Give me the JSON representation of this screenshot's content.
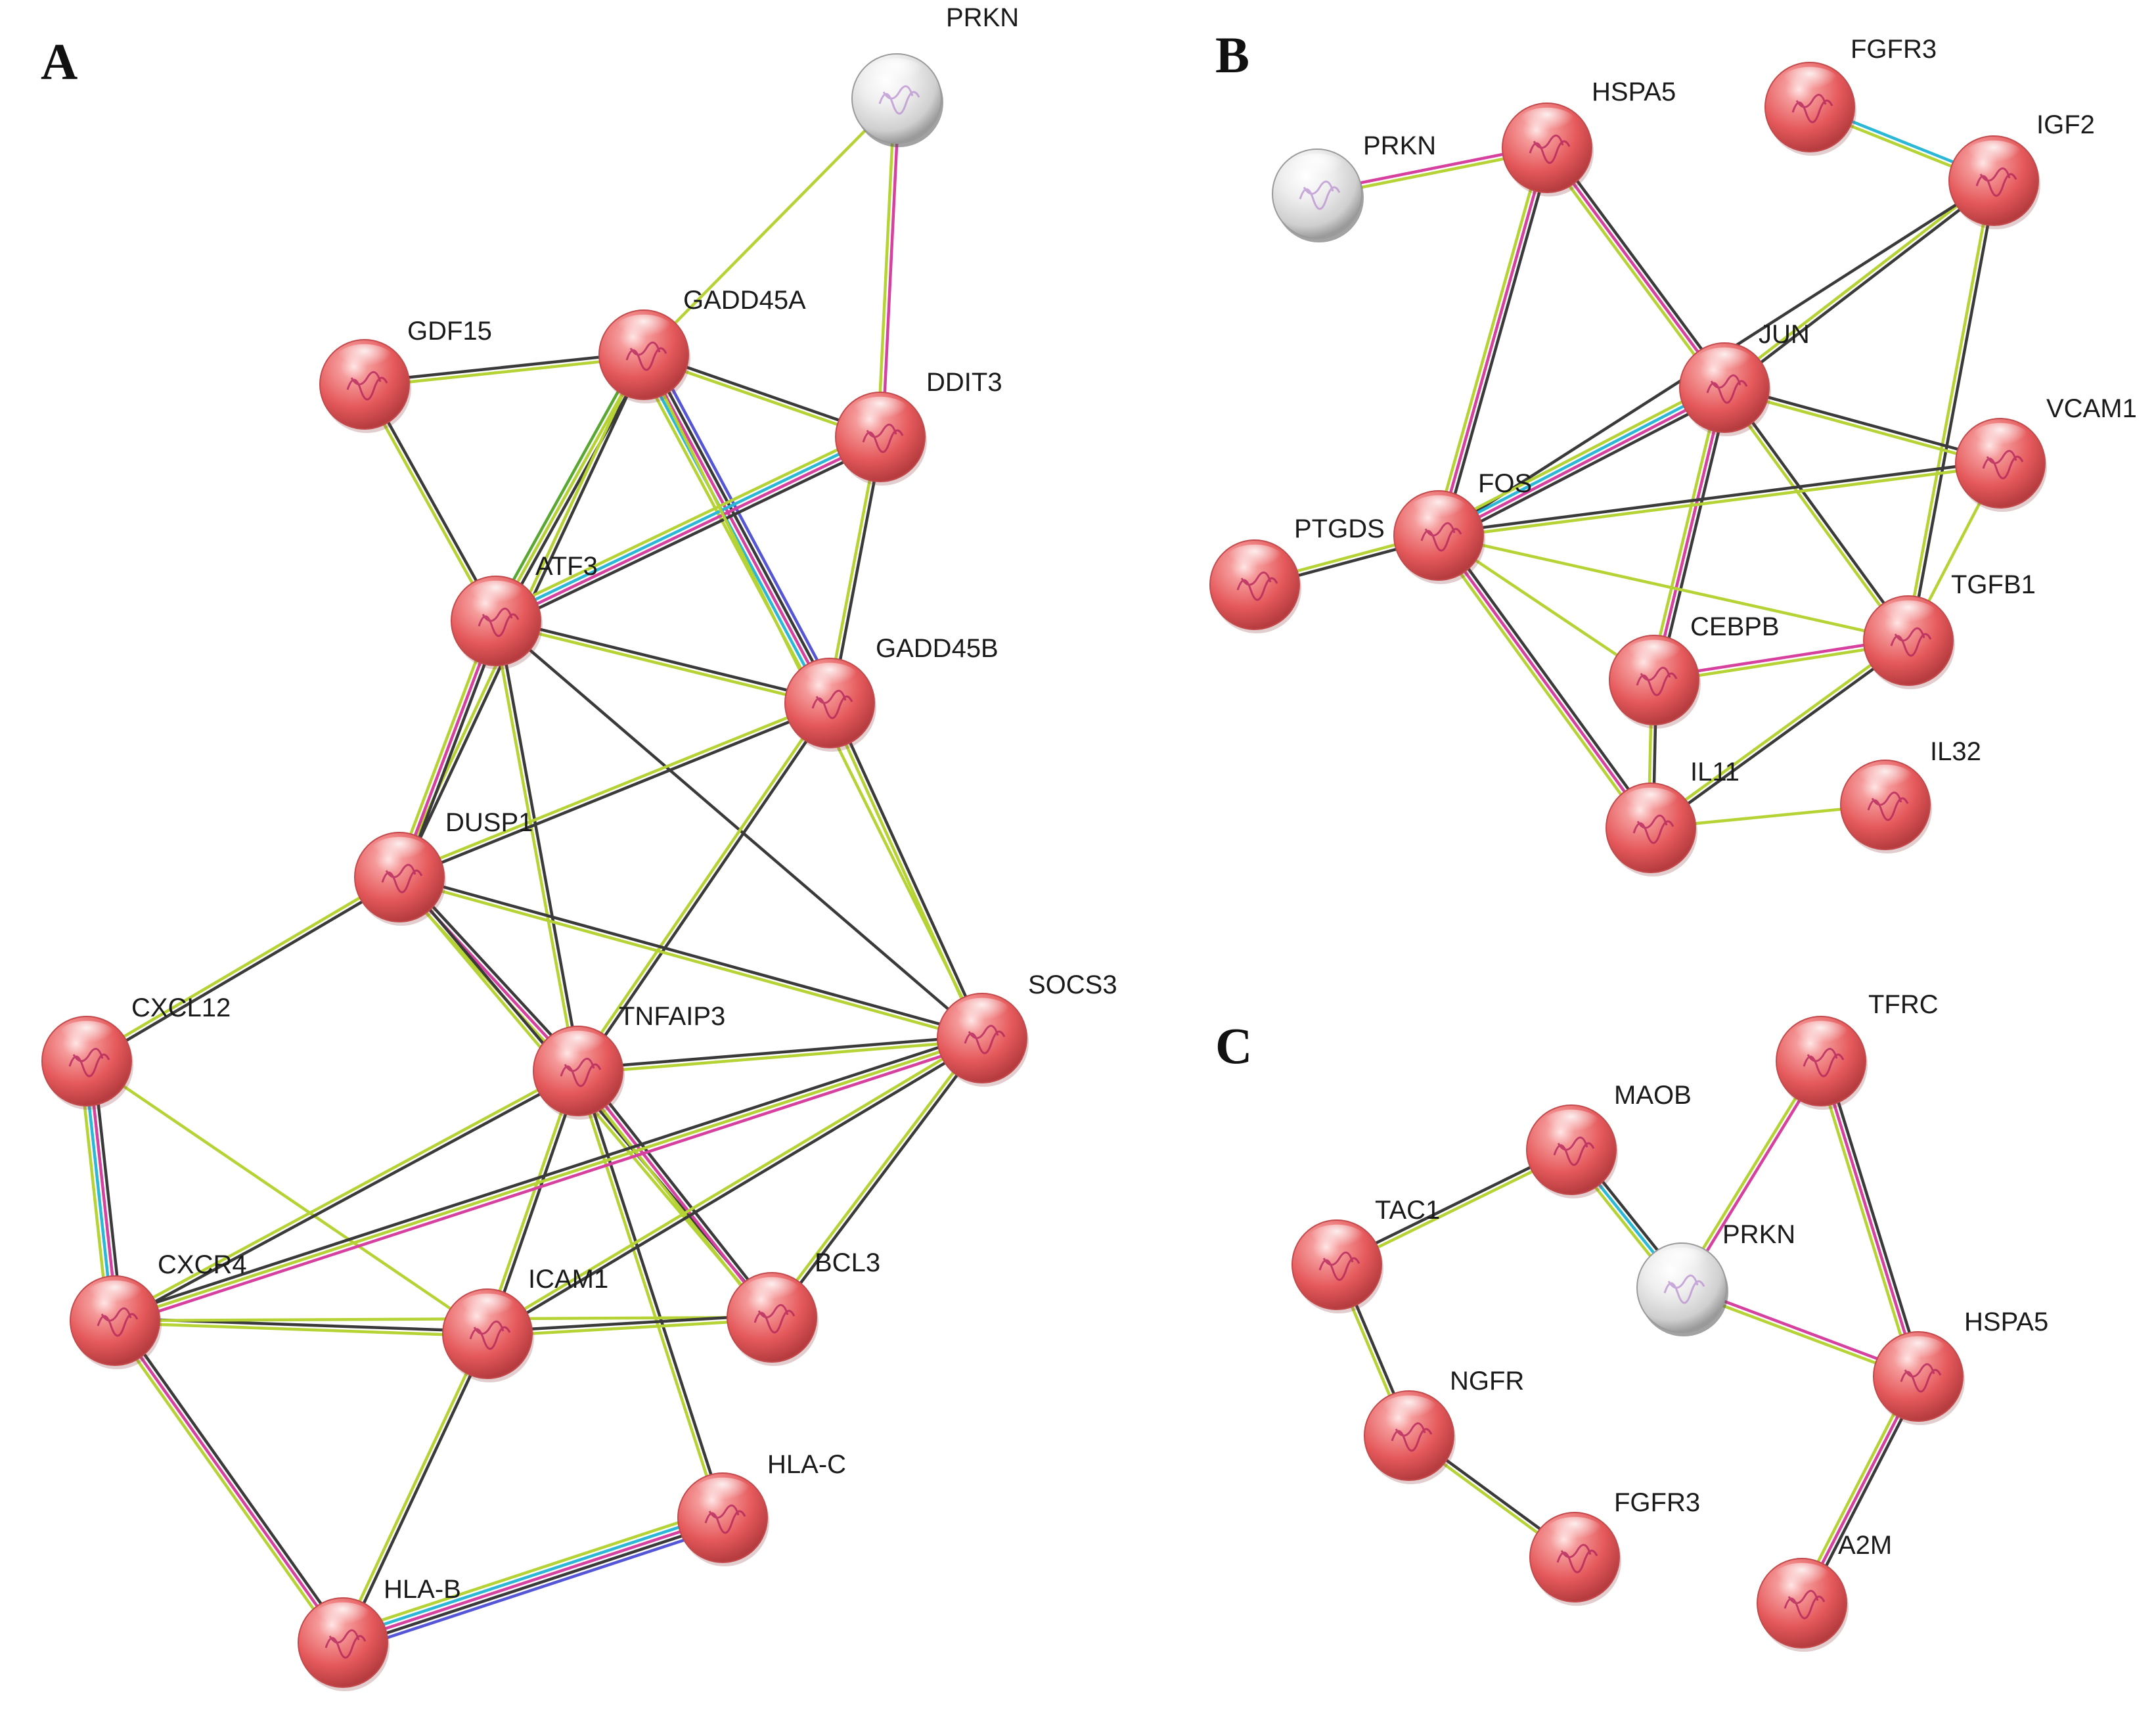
{
  "colors": {
    "node_red": "#e8686a",
    "node_grey": "#d8d8d8",
    "edge_black": "#3a3a3a",
    "edge_yellowgreen": "#b5d334",
    "edge_magenta": "#d6409f",
    "edge_cyan": "#2bb7d6",
    "edge_blue": "#5555d8",
    "edge_green": "#58a832"
  },
  "panels": [
    {
      "id": "A",
      "letter": "A",
      "nodes": [
        {
          "id": "PRKN",
          "label": "PRKN",
          "color": "grey"
        },
        {
          "id": "GDF15",
          "label": "GDF15",
          "color": "red"
        },
        {
          "id": "GADD45A",
          "label": "GADD45A",
          "color": "red"
        },
        {
          "id": "DDIT3",
          "label": "DDIT3",
          "color": "red"
        },
        {
          "id": "ATF3",
          "label": "ATF3",
          "color": "red"
        },
        {
          "id": "GADD45B",
          "label": "GADD45B",
          "color": "red"
        },
        {
          "id": "DUSP1",
          "label": "DUSP1",
          "color": "red"
        },
        {
          "id": "CXCL12",
          "label": "CXCL12",
          "color": "red"
        },
        {
          "id": "TNFAIP3",
          "label": "TNFAIP3",
          "color": "red"
        },
        {
          "id": "SOCS3",
          "label": "SOCS3",
          "color": "red"
        },
        {
          "id": "CXCR4",
          "label": "CXCR4",
          "color": "red"
        },
        {
          "id": "ICAM1",
          "label": "ICAM1",
          "color": "red"
        },
        {
          "id": "BCL3",
          "label": "BCL3",
          "color": "red"
        },
        {
          "id": "HLA-C",
          "label": "HLA-C",
          "color": "red"
        },
        {
          "id": "HLA-B",
          "label": "HLA-B",
          "color": "red"
        }
      ],
      "edges": [
        {
          "from": "PRKN",
          "to": "GADD45A",
          "types": [
            "yellowgreen"
          ]
        },
        {
          "from": "PRKN",
          "to": "DDIT3",
          "types": [
            "magenta",
            "yellowgreen"
          ]
        },
        {
          "from": "GDF15",
          "to": "GADD45A",
          "types": [
            "black",
            "yellowgreen"
          ]
        },
        {
          "from": "GDF15",
          "to": "ATF3",
          "types": [
            "black",
            "yellowgreen"
          ]
        },
        {
          "from": "GADD45A",
          "to": "DDIT3",
          "types": [
            "black",
            "yellowgreen"
          ]
        },
        {
          "from": "GADD45A",
          "to": "ATF3",
          "types": [
            "black",
            "yellowgreen",
            "green"
          ]
        },
        {
          "from": "GADD45A",
          "to": "GADD45B",
          "types": [
            "blue",
            "black",
            "magenta",
            "cyan",
            "yellowgreen"
          ]
        },
        {
          "from": "GADD45A",
          "to": "DUSP1",
          "types": [
            "black",
            "yellowgreen"
          ]
        },
        {
          "from": "DDIT3",
          "to": "ATF3",
          "types": [
            "black",
            "magenta",
            "cyan",
            "yellowgreen"
          ]
        },
        {
          "from": "DDIT3",
          "to": "GADD45B",
          "types": [
            "black",
            "yellowgreen"
          ]
        },
        {
          "from": "ATF3",
          "to": "GADD45B",
          "types": [
            "black",
            "yellowgreen"
          ]
        },
        {
          "from": "ATF3",
          "to": "DUSP1",
          "types": [
            "black",
            "magenta",
            "yellowgreen"
          ]
        },
        {
          "from": "ATF3",
          "to": "TNFAIP3",
          "types": [
            "black",
            "yellowgreen"
          ]
        },
        {
          "from": "ATF3",
          "to": "SOCS3",
          "types": [
            "black"
          ]
        },
        {
          "from": "GADD45B",
          "to": "DUSP1",
          "types": [
            "black",
            "yellowgreen"
          ]
        },
        {
          "from": "GADD45B",
          "to": "TNFAIP3",
          "types": [
            "black",
            "yellowgreen"
          ]
        },
        {
          "from": "GADD45B",
          "to": "SOCS3",
          "types": [
            "black",
            "yellowgreen"
          ]
        },
        {
          "from": "GADD45A",
          "to": "SOCS3",
          "types": [
            "yellowgreen"
          ]
        },
        {
          "from": "DUSP1",
          "to": "CXCL12",
          "types": [
            "black",
            "yellowgreen"
          ]
        },
        {
          "from": "DUSP1",
          "to": "TNFAIP3",
          "types": [
            "black",
            "magenta",
            "yellowgreen"
          ]
        },
        {
          "from": "DUSP1",
          "to": "SOCS3",
          "types": [
            "black",
            "yellowgreen"
          ]
        },
        {
          "from": "DUSP1",
          "to": "BCL3",
          "types": [
            "black",
            "yellowgreen"
          ]
        },
        {
          "from": "CXCL12",
          "to": "CXCR4",
          "types": [
            "black",
            "magenta",
            "cyan",
            "yellowgreen"
          ]
        },
        {
          "from": "CXCL12",
          "to": "ICAM1",
          "types": [
            "yellowgreen"
          ]
        },
        {
          "from": "TNFAIP3",
          "to": "SOCS3",
          "types": [
            "black",
            "yellowgreen"
          ]
        },
        {
          "from": "TNFAIP3",
          "to": "CXCR4",
          "types": [
            "black",
            "yellowgreen"
          ]
        },
        {
          "from": "TNFAIP3",
          "to": "ICAM1",
          "types": [
            "black",
            "yellowgreen"
          ]
        },
        {
          "from": "TNFAIP3",
          "to": "BCL3",
          "types": [
            "black",
            "magenta",
            "yellowgreen"
          ]
        },
        {
          "from": "TNFAIP3",
          "to": "HLA-C",
          "types": [
            "black",
            "yellowgreen"
          ]
        },
        {
          "from": "SOCS3",
          "to": "CXCR4",
          "types": [
            "magenta",
            "yellowgreen",
            "black"
          ]
        },
        {
          "from": "SOCS3",
          "to": "ICAM1",
          "types": [
            "black",
            "yellowgreen"
          ]
        },
        {
          "from": "SOCS3",
          "to": "BCL3",
          "types": [
            "black",
            "yellowgreen"
          ]
        },
        {
          "from": "CXCR4",
          "to": "ICAM1",
          "types": [
            "black",
            "yellowgreen"
          ]
        },
        {
          "from": "CXCR4",
          "to": "BCL3",
          "types": [
            "yellowgreen"
          ]
        },
        {
          "from": "CXCR4",
          "to": "HLA-B",
          "types": [
            "black",
            "magenta",
            "yellowgreen"
          ]
        },
        {
          "from": "ICAM1",
          "to": "BCL3",
          "types": [
            "black",
            "yellowgreen"
          ]
        },
        {
          "from": "ICAM1",
          "to": "HLA-B",
          "types": [
            "black",
            "yellowgreen"
          ]
        },
        {
          "from": "HLA-C",
          "to": "HLA-B",
          "types": [
            "blue",
            "black",
            "magenta",
            "cyan",
            "yellowgreen"
          ]
        }
      ]
    },
    {
      "id": "B",
      "letter": "B",
      "nodes": [
        {
          "id": "PRKN",
          "label": "PRKN",
          "color": "grey"
        },
        {
          "id": "HSPA5",
          "label": "HSPA5",
          "color": "red"
        },
        {
          "id": "FGFR3",
          "label": "FGFR3",
          "color": "red"
        },
        {
          "id": "IGF2",
          "label": "IGF2",
          "color": "red"
        },
        {
          "id": "JUN",
          "label": "JUN",
          "color": "red"
        },
        {
          "id": "VCAM1",
          "label": "VCAM1",
          "color": "red"
        },
        {
          "id": "FOS",
          "label": "FOS",
          "color": "red"
        },
        {
          "id": "PTGDS",
          "label": "PTGDS",
          "color": "red"
        },
        {
          "id": "CEBPB",
          "label": "CEBPB",
          "color": "red"
        },
        {
          "id": "TGFB1",
          "label": "TGFB1",
          "color": "red"
        },
        {
          "id": "IL11",
          "label": "IL11",
          "color": "red"
        },
        {
          "id": "IL32",
          "label": "IL32",
          "color": "red"
        }
      ],
      "edges": [
        {
          "from": "PRKN",
          "to": "HSPA5",
          "types": [
            "magenta",
            "yellowgreen"
          ]
        },
        {
          "from": "HSPA5",
          "to": "JUN",
          "types": [
            "black",
            "magenta",
            "yellowgreen"
          ]
        },
        {
          "from": "HSPA5",
          "to": "FOS",
          "types": [
            "black",
            "magenta",
            "yellowgreen"
          ]
        },
        {
          "from": "FGFR3",
          "to": "IGF2",
          "types": [
            "cyan",
            "yellowgreen"
          ]
        },
        {
          "from": "IGF2",
          "to": "JUN",
          "types": [
            "black",
            "yellowgreen"
          ]
        },
        {
          "from": "IGF2",
          "to": "FOS",
          "types": [
            "black"
          ]
        },
        {
          "from": "IGF2",
          "to": "TGFB1",
          "types": [
            "black",
            "yellowgreen"
          ]
        },
        {
          "from": "JUN",
          "to": "FOS",
          "types": [
            "black",
            "magenta",
            "cyan",
            "yellowgreen"
          ]
        },
        {
          "from": "JUN",
          "to": "VCAM1",
          "types": [
            "black",
            "yellowgreen"
          ]
        },
        {
          "from": "JUN",
          "to": "CEBPB",
          "types": [
            "black",
            "magenta",
            "yellowgreen"
          ]
        },
        {
          "from": "JUN",
          "to": "TGFB1",
          "types": [
            "black",
            "yellowgreen"
          ]
        },
        {
          "from": "FOS",
          "to": "VCAM1",
          "types": [
            "black",
            "yellowgreen"
          ]
        },
        {
          "from": "FOS",
          "to": "PTGDS",
          "types": [
            "black",
            "yellowgreen"
          ]
        },
        {
          "from": "FOS",
          "to": "CEBPB",
          "types": [
            "yellowgreen"
          ]
        },
        {
          "from": "FOS",
          "to": "TGFB1",
          "types": [
            "yellowgreen"
          ]
        },
        {
          "from": "FOS",
          "to": "IL11",
          "types": [
            "black",
            "magenta",
            "yellowgreen"
          ]
        },
        {
          "from": "VCAM1",
          "to": "TGFB1",
          "types": [
            "yellowgreen"
          ]
        },
        {
          "from": "CEBPB",
          "to": "TGFB1",
          "types": [
            "magenta",
            "yellowgreen"
          ]
        },
        {
          "from": "CEBPB",
          "to": "IL11",
          "types": [
            "black",
            "yellowgreen"
          ]
        },
        {
          "from": "TGFB1",
          "to": "IL11",
          "types": [
            "black",
            "yellowgreen"
          ]
        },
        {
          "from": "IL11",
          "to": "IL32",
          "types": [
            "yellowgreen"
          ]
        }
      ]
    },
    {
      "id": "C",
      "letter": "C",
      "nodes": [
        {
          "id": "TFRC",
          "label": "TFRC",
          "color": "red"
        },
        {
          "id": "MAOB",
          "label": "MAOB",
          "color": "red"
        },
        {
          "id": "TAC1",
          "label": "TAC1",
          "color": "red"
        },
        {
          "id": "PRKN",
          "label": "PRKN",
          "color": "grey"
        },
        {
          "id": "HSPA5",
          "label": "HSPA5",
          "color": "red"
        },
        {
          "id": "NGFR",
          "label": "NGFR",
          "color": "red"
        },
        {
          "id": "FGFR3",
          "label": "FGFR3",
          "color": "red"
        },
        {
          "id": "A2M",
          "label": "A2M",
          "color": "red"
        }
      ],
      "edges": [
        {
          "from": "TAC1",
          "to": "MAOB",
          "types": [
            "black",
            "yellowgreen"
          ]
        },
        {
          "from": "MAOB",
          "to": "PRKN",
          "types": [
            "black",
            "cyan",
            "yellowgreen"
          ]
        },
        {
          "from": "TFRC",
          "to": "PRKN",
          "types": [
            "magenta",
            "yellowgreen"
          ]
        },
        {
          "from": "TFRC",
          "to": "HSPA5",
          "types": [
            "black",
            "magenta",
            "yellowgreen"
          ]
        },
        {
          "from": "PRKN",
          "to": "HSPA5",
          "types": [
            "magenta",
            "yellowgreen"
          ]
        },
        {
          "from": "TAC1",
          "to": "NGFR",
          "types": [
            "black",
            "yellowgreen"
          ]
        },
        {
          "from": "NGFR",
          "to": "FGFR3",
          "types": [
            "black",
            "yellowgreen"
          ]
        },
        {
          "from": "HSPA5",
          "to": "A2M",
          "types": [
            "black",
            "magenta",
            "yellowgreen"
          ]
        }
      ]
    }
  ]
}
